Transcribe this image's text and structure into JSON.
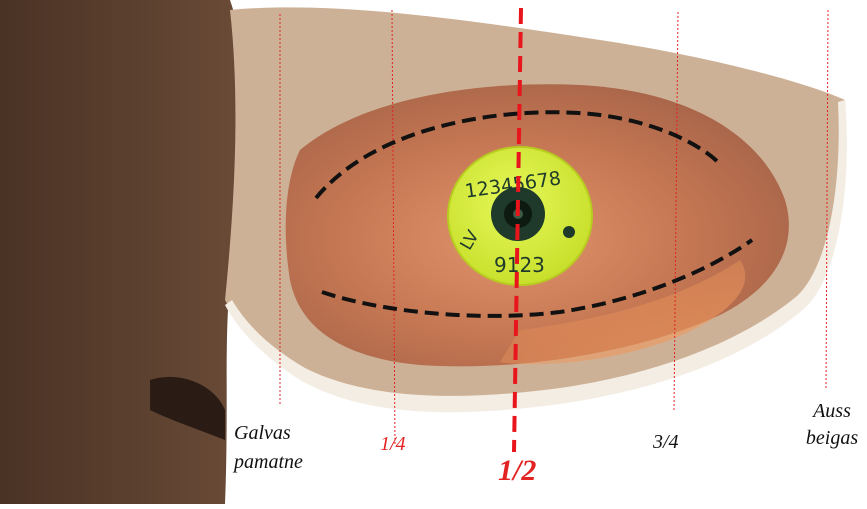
{
  "image": {
    "subject": "cow ear with ear tag",
    "colors": {
      "head_fur": "#5a4030",
      "ear_outer_fur": "#cdb196",
      "ear_inner": "#c87c5a",
      "ear_inner_glow": "#e8905a",
      "ear_edge_fur": "#f4ede4",
      "tag": "#d8f03c",
      "tag_center": "#1f3a2a",
      "guide_line_thin": "#e32222",
      "guide_line_bold": "#e8151c",
      "dash_outline": "#111111"
    }
  },
  "tag": {
    "top_number": "12345678",
    "country_code": "LV",
    "bottom_number": "9123"
  },
  "labels": {
    "head_base": {
      "line1": "Galvas",
      "line2": "pamatne"
    },
    "quarter": "1/4",
    "half": "1/2",
    "three_quarter": "3/4",
    "ear_end": {
      "line1": "Auss",
      "line2": "beigas"
    }
  }
}
